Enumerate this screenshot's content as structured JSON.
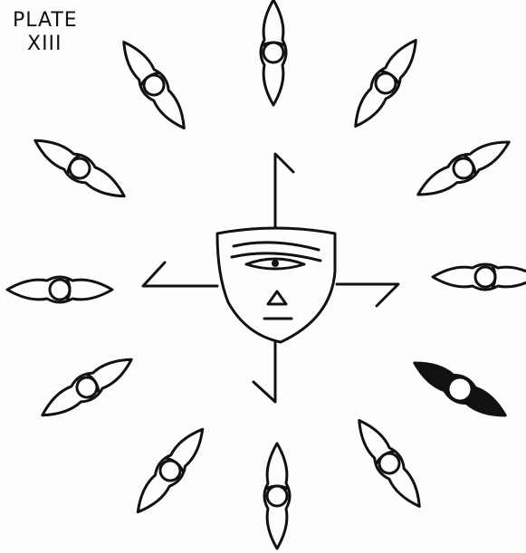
{
  "plate": {
    "label_line1": "PLATE",
    "label_line2": "XIII"
  },
  "ink_color": "#111111",
  "paper_color": "#fdfdfd",
  "figure": {
    "central_symbol": "mask-face-with-single-eye",
    "arms": "swastika-like-four-bent-arms",
    "surrounding_symbols": "twelve-eye-shaped-tokens",
    "filled_token_count": 1
  }
}
